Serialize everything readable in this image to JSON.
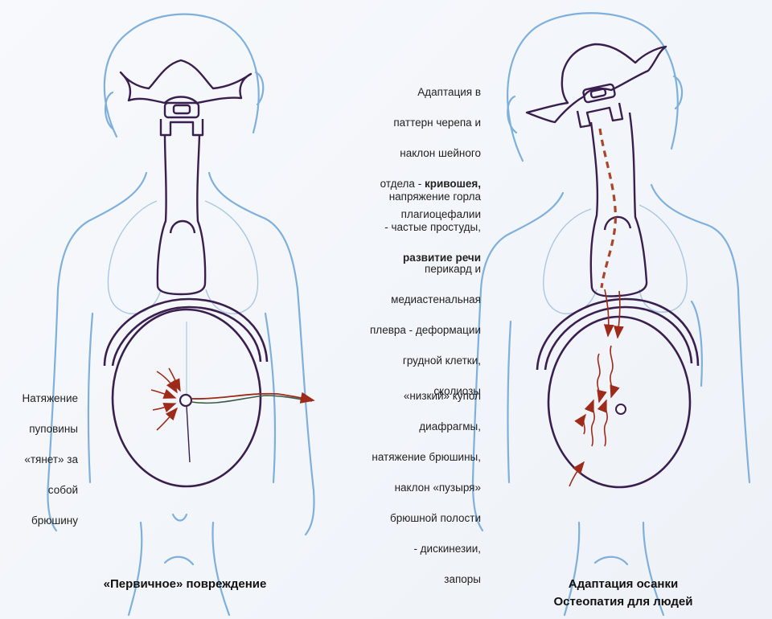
{
  "left_figure": {
    "umbilical_note": {
      "line1": "Натяжение",
      "line2": "пуповины",
      "line3": "«тянет» за",
      "line4": "собой",
      "line5": "брюшину"
    },
    "caption": "«Первичное» повреждение"
  },
  "center_notes": {
    "skull": {
      "line1": "Адаптация в",
      "line2": "паттерн черепа и",
      "line3": "наклон шейного",
      "line4_plain": "отдела - ",
      "line4_bold": "кривошея,",
      "line5": "плагиоцефалии"
    },
    "throat": {
      "line1": "напряжение горла",
      "line2": "- частые простуды,",
      "line3_bold": "развитие речи"
    },
    "pericardium": {
      "line1": "перикард и",
      "line2": "медиастенальная",
      "line3": "плевра - деформации",
      "line4": "грудной клетки,",
      "line5": "сколиозы"
    },
    "diaphragm": {
      "line1": "«низкий» купол",
      "line2": "диафрагмы,",
      "line3": "натяжение брюшины,",
      "line4": "наклон «пузыря»",
      "line5": "брюшной полости",
      "line6": "- дискинезии,",
      "line7": "запоры"
    }
  },
  "right_figure": {
    "caption_line1": "Адаптация осанки",
    "caption_line2": "Остеопатия для людей"
  },
  "colors": {
    "body_outline": "#7fb0dc",
    "organ_outline": "#3a1f4e",
    "arrow": "#9e2a1a",
    "dashed_axis": "#a8452a"
  }
}
